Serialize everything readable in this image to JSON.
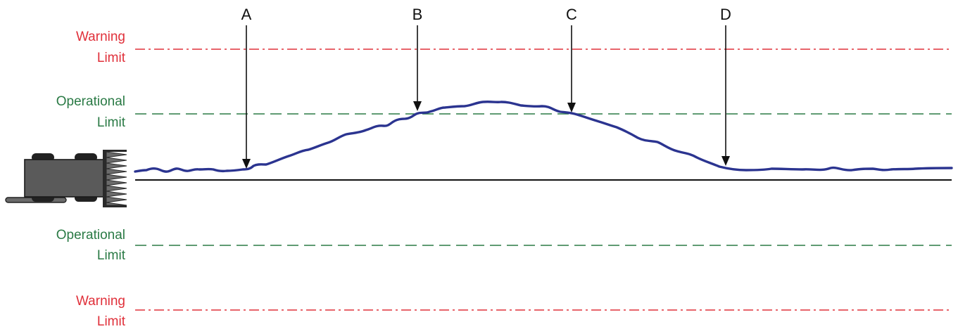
{
  "limits": {
    "warning_upper": {
      "line1": "Warning",
      "line2": "Limit"
    },
    "operational_upper": {
      "line1": "Operational",
      "line2": "Limit"
    },
    "operational_lower": {
      "line1": "Operational",
      "line2": "Limit"
    },
    "warning_lower": {
      "line1": "Warning",
      "line2": "Limit"
    }
  },
  "markers": [
    {
      "label": "A"
    },
    {
      "label": "B"
    },
    {
      "label": "C"
    },
    {
      "label": "D"
    }
  ],
  "colors": {
    "warning": "#e0303a",
    "operational": "#2a7a45",
    "trace": "#2b3490",
    "baseline": "#111111",
    "machine": "#555555"
  }
}
